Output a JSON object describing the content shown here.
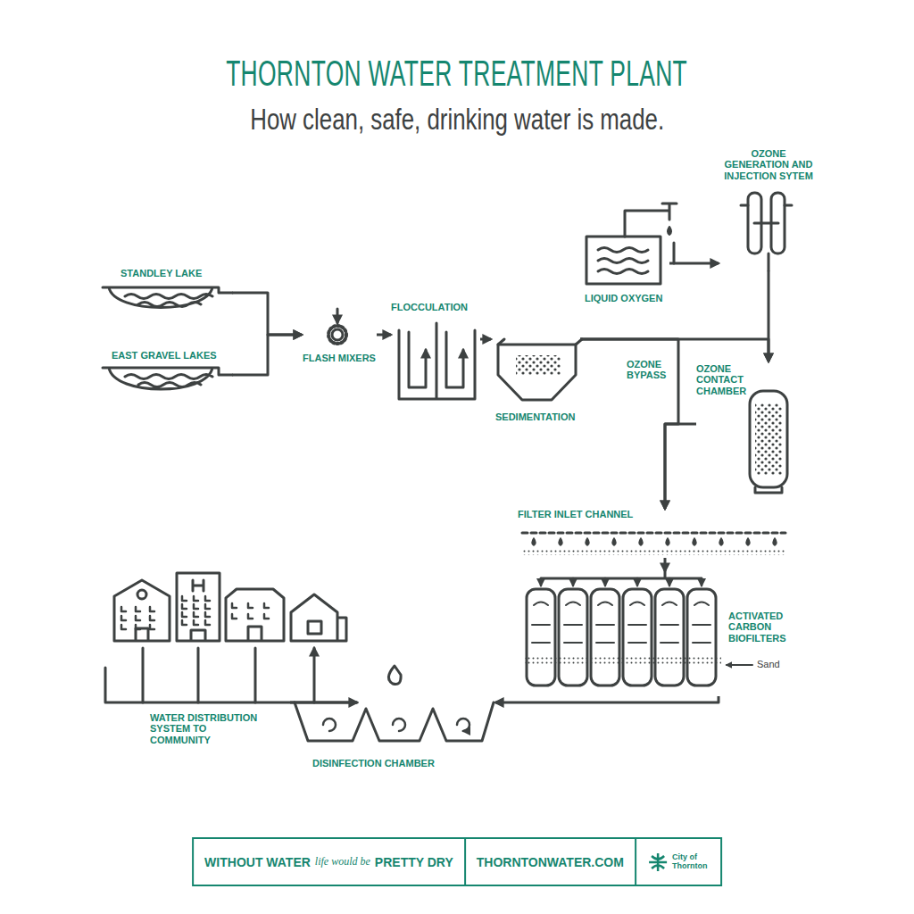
{
  "diagram": {
    "title": "THORNTON WATER TREATMENT PLANT",
    "caption": "How clean, safe, drinking water is made.",
    "nodes": [
      {
        "text": [
          "STANDLEY LAKE"
        ]
      },
      {
        "text": [
          "EAST GRAVEL LAKES"
        ]
      },
      {
        "text": [
          "FLASH MIXERS"
        ]
      },
      {
        "text": [
          "FLOCCULATION"
        ]
      },
      {
        "text": [
          "SEDIMENTATION"
        ]
      },
      {
        "text": [
          "LIQUID OXYGEN"
        ]
      },
      {
        "text": [
          "OZONE GENERATION AND INJECTION SYTEM"
        ]
      },
      {
        "text": [
          "OZONE CONTACT CHAMBER"
        ]
      },
      {
        "text": [
          "FILTER INLET CHANNEL"
        ]
      },
      {
        "text": [
          "ACTIVATED CARBON BIOFILTERS"
        ]
      },
      {
        "text": [
          "DISINFECTION CHAMBER"
        ]
      },
      {
        "text": [
          "WATER DISTRIBUTION SYSTEM TO COMMUNITY"
        ]
      }
    ],
    "edges": [
      {
        "from": 0,
        "to": 2,
        "arrow": "to"
      },
      {
        "from": 1,
        "to": 2,
        "arrow": "to"
      },
      {
        "from": 2,
        "to": 3,
        "arrow": "to"
      },
      {
        "from": 3,
        "to": 4,
        "arrow": "to"
      },
      {
        "from": 4,
        "to": 7,
        "arrow": "to"
      },
      {
        "from": 4,
        "to": 8,
        "label": "OZONE BYPASS",
        "arrow": "to"
      },
      {
        "from": 5,
        "to": 6,
        "arrow": "to"
      },
      {
        "from": 6,
        "to": 7,
        "arrow": "to"
      },
      {
        "from": 7,
        "to": 8,
        "arrow": "to"
      },
      {
        "from": 8,
        "to": 9,
        "arrow": "to"
      },
      {
        "from": 9,
        "to": 10,
        "arrow": "to"
      },
      {
        "from": 10,
        "to": 11,
        "arrow": "to"
      }
    ],
    "labels": [
      "Sand",
      "WITHOUT WATER",
      "life would be",
      "PRETTY DRY",
      "THORNTONWATER.COM",
      "City of Thornton"
    ]
  }
}
